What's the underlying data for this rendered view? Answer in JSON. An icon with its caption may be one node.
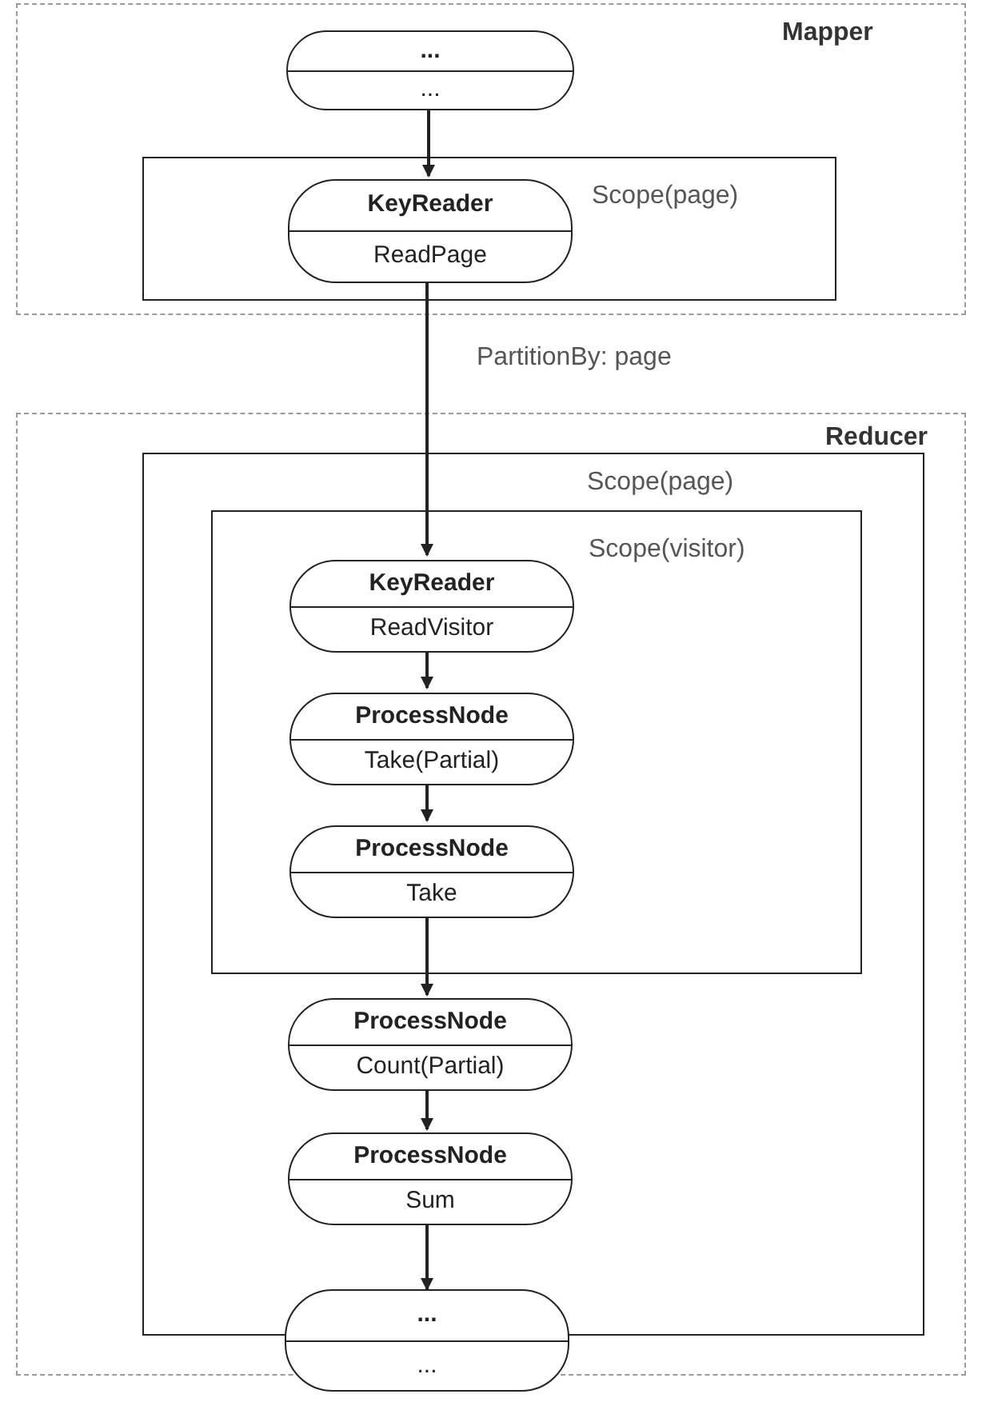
{
  "diagram": {
    "nodes": [
      {
        "text": [
          "Mapper"
        ]
      },
      {
        "text": [
          "...",
          "..."
        ],
        "in": 0
      },
      {
        "text": [
          "Scope(page)"
        ],
        "in": 0
      },
      {
        "text": [
          "KeyReader",
          "ReadPage"
        ],
        "in": 2
      },
      {
        "text": [
          "Reducer"
        ]
      },
      {
        "text": [
          "Scope(page)"
        ],
        "in": 4
      },
      {
        "text": [
          "Scope(visitor)"
        ],
        "in": 5
      },
      {
        "text": [
          "KeyReader",
          "ReadVisitor"
        ],
        "in": 6
      },
      {
        "text": [
          "ProcessNode",
          "Take(Partial)"
        ],
        "in": 6
      },
      {
        "text": [
          "ProcessNode",
          "Take"
        ],
        "in": 6
      },
      {
        "text": [
          "ProcessNode",
          "Count(Partial)"
        ],
        "in": 5
      },
      {
        "text": [
          "ProcessNode",
          "Sum"
        ],
        "in": 5
      },
      {
        "text": [
          "...",
          "..."
        ]
      }
    ],
    "edges": [
      {
        "from": 1,
        "to": 3,
        "arrow": "to"
      },
      {
        "from": 3,
        "to": 7,
        "arrow": "to",
        "label": "PartitionBy: page"
      },
      {
        "from": 7,
        "to": 8,
        "arrow": "to"
      },
      {
        "from": 8,
        "to": 9,
        "arrow": "to"
      },
      {
        "from": 9,
        "to": 10,
        "arrow": "to"
      },
      {
        "from": 10,
        "to": 11,
        "arrow": "to"
      },
      {
        "from": 11,
        "to": 12,
        "arrow": "to"
      }
    ]
  }
}
